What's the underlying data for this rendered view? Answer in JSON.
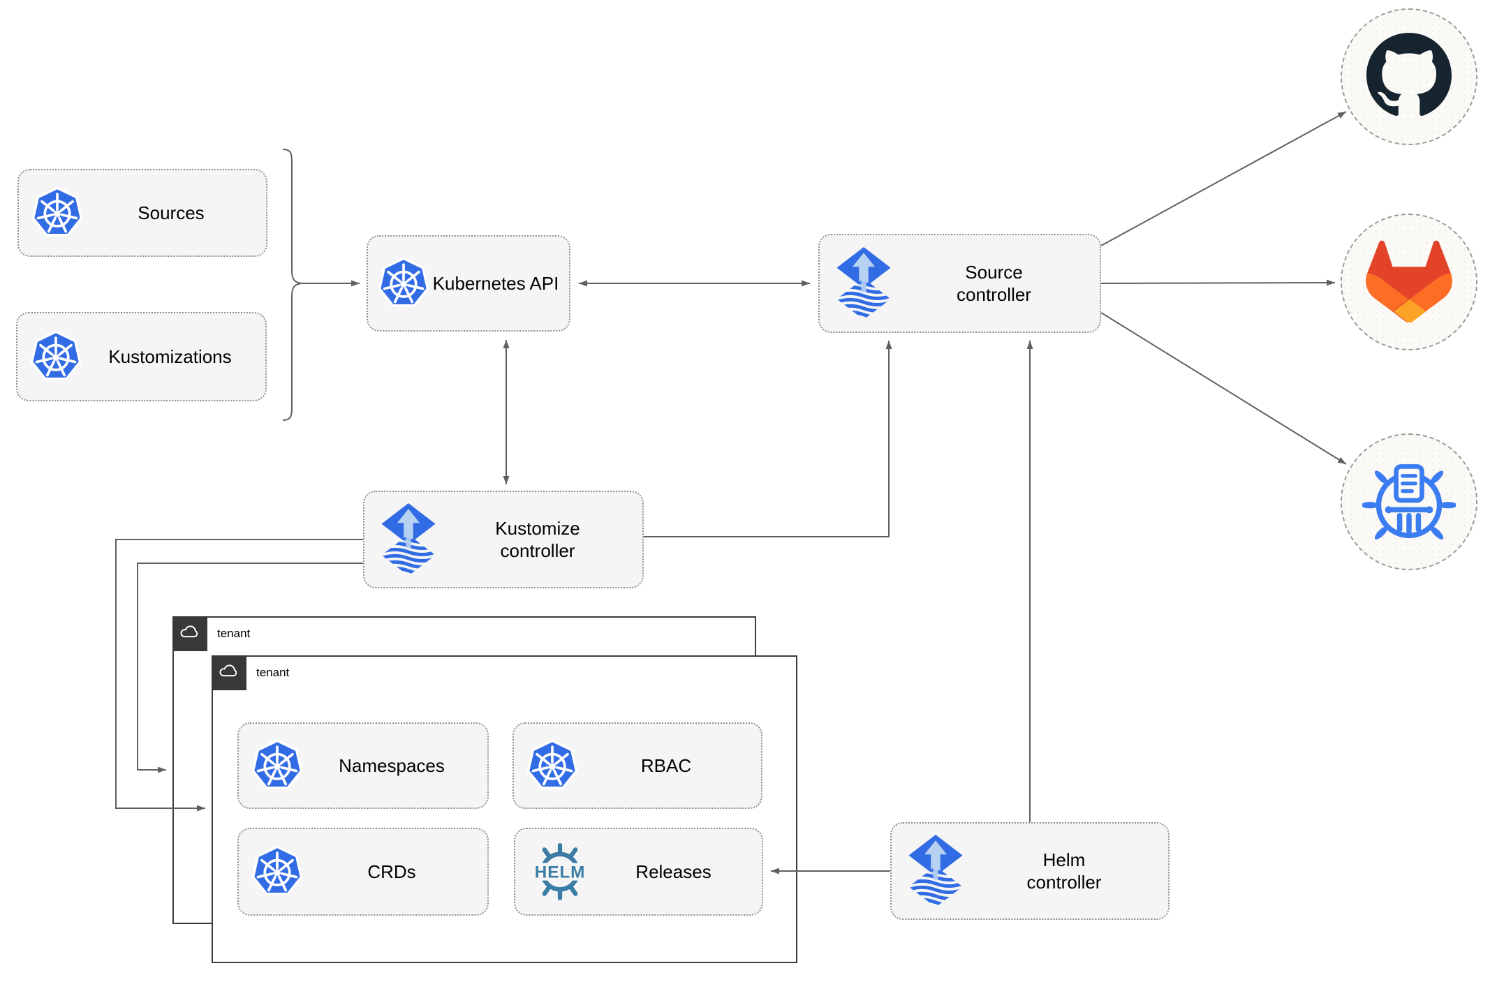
{
  "nodes": {
    "sources": {
      "label": "Sources"
    },
    "kustomizations": {
      "label": "Kustomizations"
    },
    "kubernetes_api": {
      "label": "Kubernetes API"
    },
    "source_controller": {
      "label": "Source controller"
    },
    "kustomize_controller": {
      "label": "Kustomize controller"
    },
    "helm_controller": {
      "label": "Helm controller"
    },
    "namespaces": {
      "label": "Namespaces"
    },
    "rbac": {
      "label": "RBAC"
    },
    "crds": {
      "label": "CRDs"
    },
    "releases": {
      "label": "Releases",
      "helm_logo_text": "HELM"
    }
  },
  "tenants": {
    "back": {
      "label": "tenant"
    },
    "front": {
      "label": "tenant"
    }
  },
  "external": {
    "github": {
      "icon": "github-logo"
    },
    "gitlab": {
      "icon": "gitlab-logo"
    },
    "helm_repository": {
      "icon": "chartmuseum-logo"
    }
  },
  "colors": {
    "kubernetes_blue": "#326ce5",
    "flux_blue": "#316ce4",
    "flux_light_blue": "#b7d1f3",
    "helm_teal": "#3a7ca5",
    "chartmuseum_blue": "#3b7cf0",
    "github_dark": "#16242f",
    "gitlab_red": "#e24329",
    "gitlab_orange": "#fc6d26",
    "gitlab_yellow": "#fca326",
    "edge_gray": "#5f5f5f",
    "node_fill": "#f5f5f5",
    "tenant_dark": "#383838"
  }
}
